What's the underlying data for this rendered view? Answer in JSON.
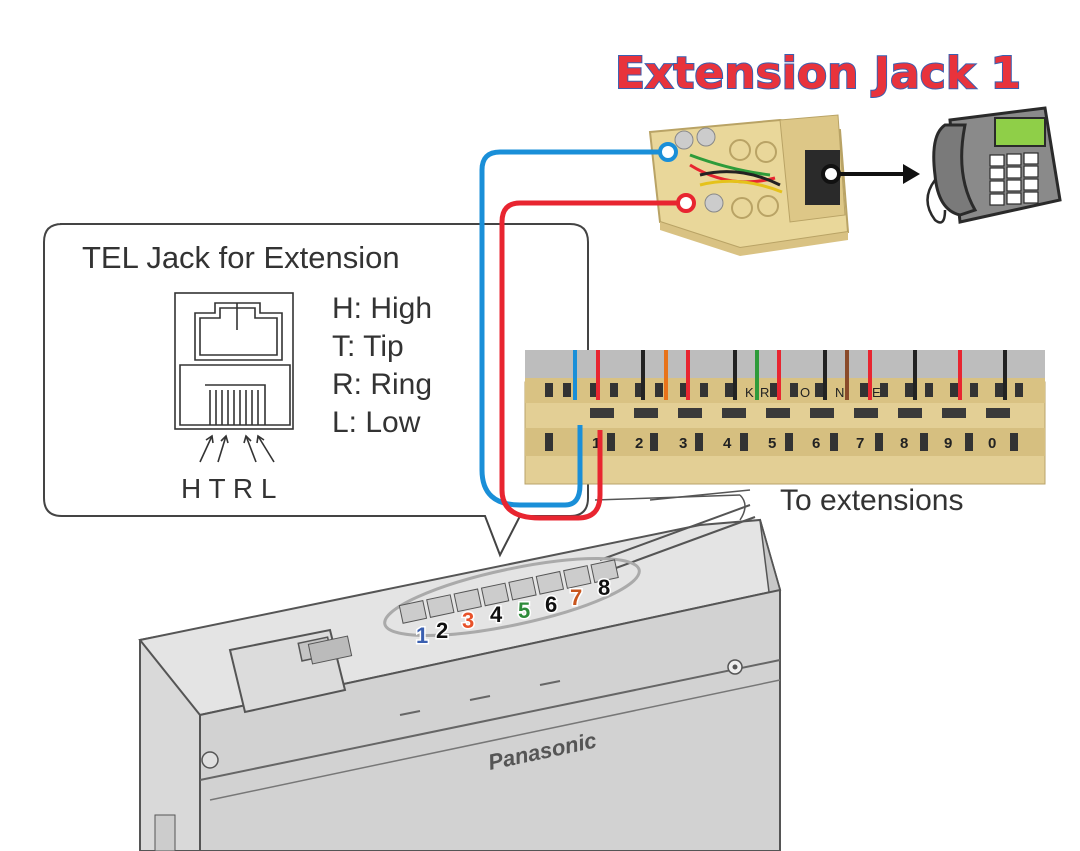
{
  "title": "Extension Jack 1",
  "callout": {
    "heading": "TEL Jack for Extension",
    "legend": [
      "H: High",
      "T: Tip",
      "R: Ring",
      "L: Low"
    ],
    "pin_letters": "H T R L"
  },
  "block": {
    "caption": "To extensions",
    "numbers": [
      "1",
      "2",
      "3",
      "4",
      "5",
      "6",
      "7",
      "8",
      "9",
      "0"
    ],
    "labels": [
      "K",
      "R",
      "O",
      "N",
      "E"
    ]
  },
  "pbx": {
    "brand": "Panasonic",
    "ports": [
      {
        "label": "1",
        "color": "#3a5fb0"
      },
      {
        "label": "2",
        "color": "#111111"
      },
      {
        "label": "3",
        "color": "#e8522a"
      },
      {
        "label": "4",
        "color": "#111111"
      },
      {
        "label": "5",
        "color": "#2e8b3a"
      },
      {
        "label": "6",
        "color": "#111111"
      },
      {
        "label": "7",
        "color": "#c8561e"
      },
      {
        "label": "8",
        "color": "#111111"
      }
    ]
  },
  "colors": {
    "tip_wire": "#1a8fd8",
    "ring_wire": "#e82530",
    "jack_box": "#e9d79a"
  },
  "icons": [
    "extension-jack",
    "telephone-icon",
    "arrow-right-icon",
    "rj-jack-icon",
    "krone-block",
    "pbx-unit"
  ]
}
